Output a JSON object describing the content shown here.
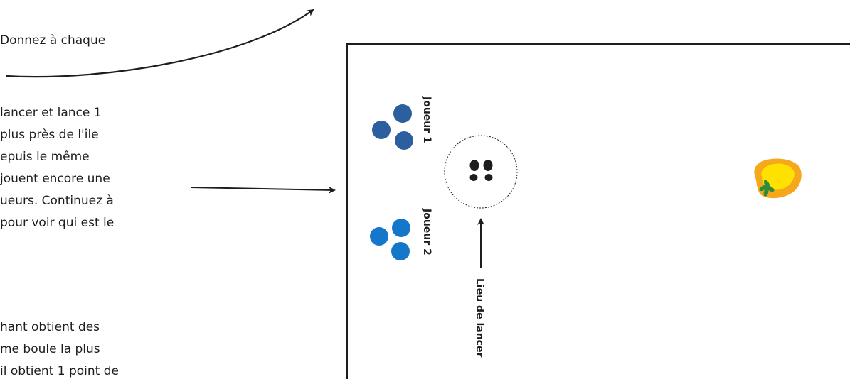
{
  "text_lines": [
    "Donnez à chaque",
    "lancer et lance 1",
    "plus près de l'île",
    "epuis le même",
    "jouent encore une",
    "ueurs. Continuez à",
    "pour voir qui est le",
    "hant obtient des",
    "me boule la plus",
    "il obtient 1 point de"
  ],
  "diagram": {
    "player1_label": "Joueur 1",
    "player2_label": "Joueur 2",
    "throw_spot_label": "Lieu de lancer",
    "colors": {
      "player1": "#2b5f9e",
      "player2": "#1477c9",
      "island_outer": "#f6a81c",
      "island_inner": "#ffe100",
      "island_leaf": "#2e8b3a",
      "ink": "#1d1d1b"
    },
    "icons": [
      "footprints-icon",
      "island-icon",
      "leaf-icon"
    ]
  }
}
